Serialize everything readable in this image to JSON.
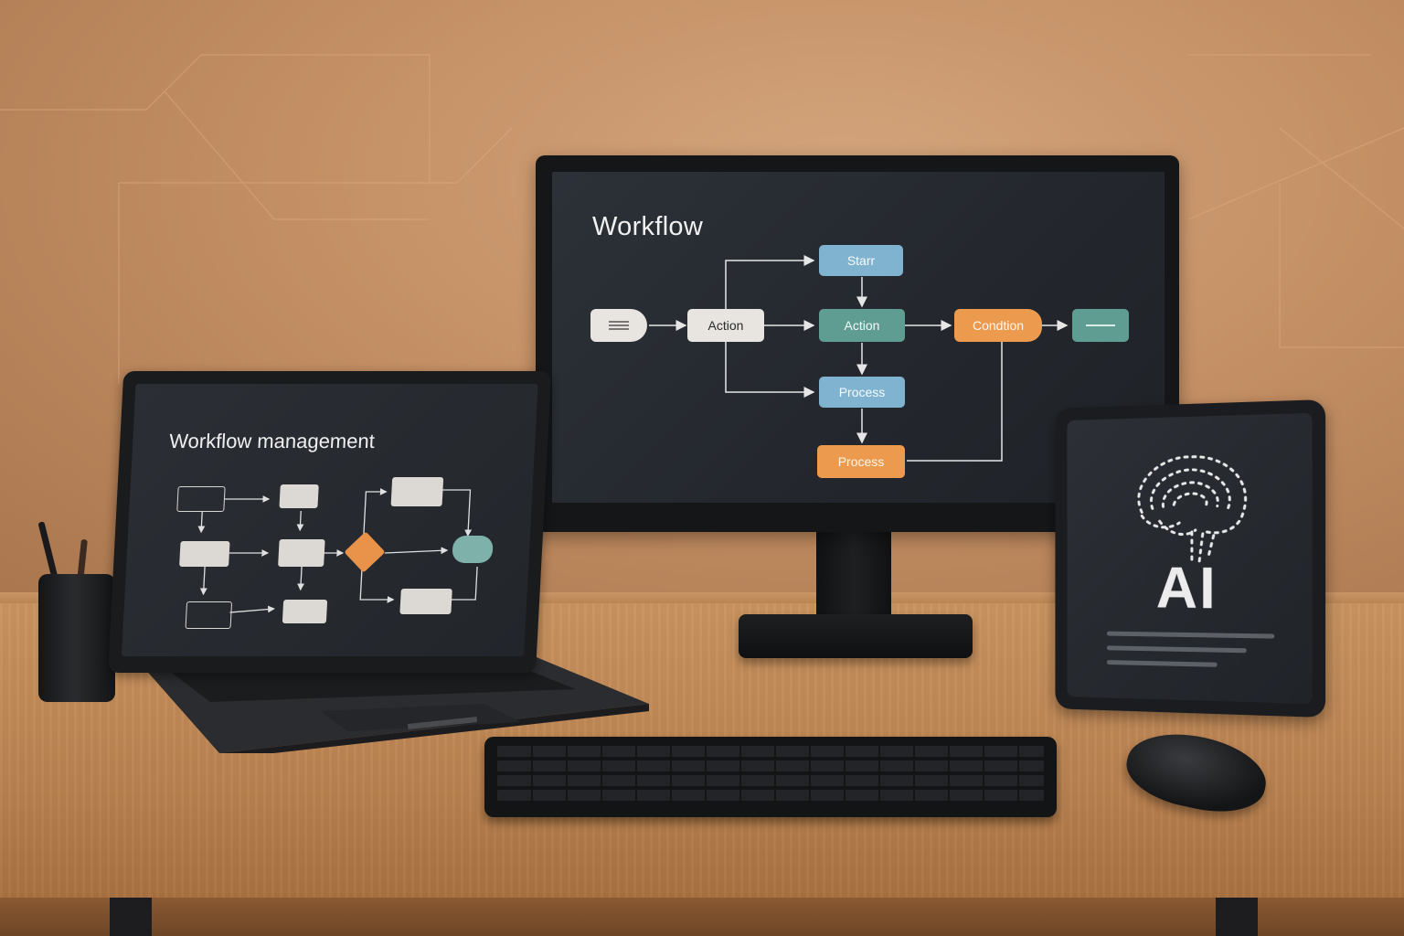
{
  "monitor": {
    "title": "Workflow",
    "nodes": {
      "start": "Starr",
      "action_left": "Action",
      "action_center": "Action",
      "condition": "Condtion",
      "process_blue": "Process",
      "process_orange": "Process"
    }
  },
  "laptop": {
    "title": "Workflow management"
  },
  "tablet": {
    "brand_text": "AI"
  },
  "colors": {
    "wall": "#c48f64",
    "desk": "#b98150",
    "screen": "#262a30",
    "node_light": "#e8e4df",
    "node_blue": "#7fb3cf",
    "node_teal": "#5f9d93",
    "node_orange": "#ec9a4e"
  },
  "icons": [
    "hamburger-menu-icon",
    "brain-icon"
  ]
}
